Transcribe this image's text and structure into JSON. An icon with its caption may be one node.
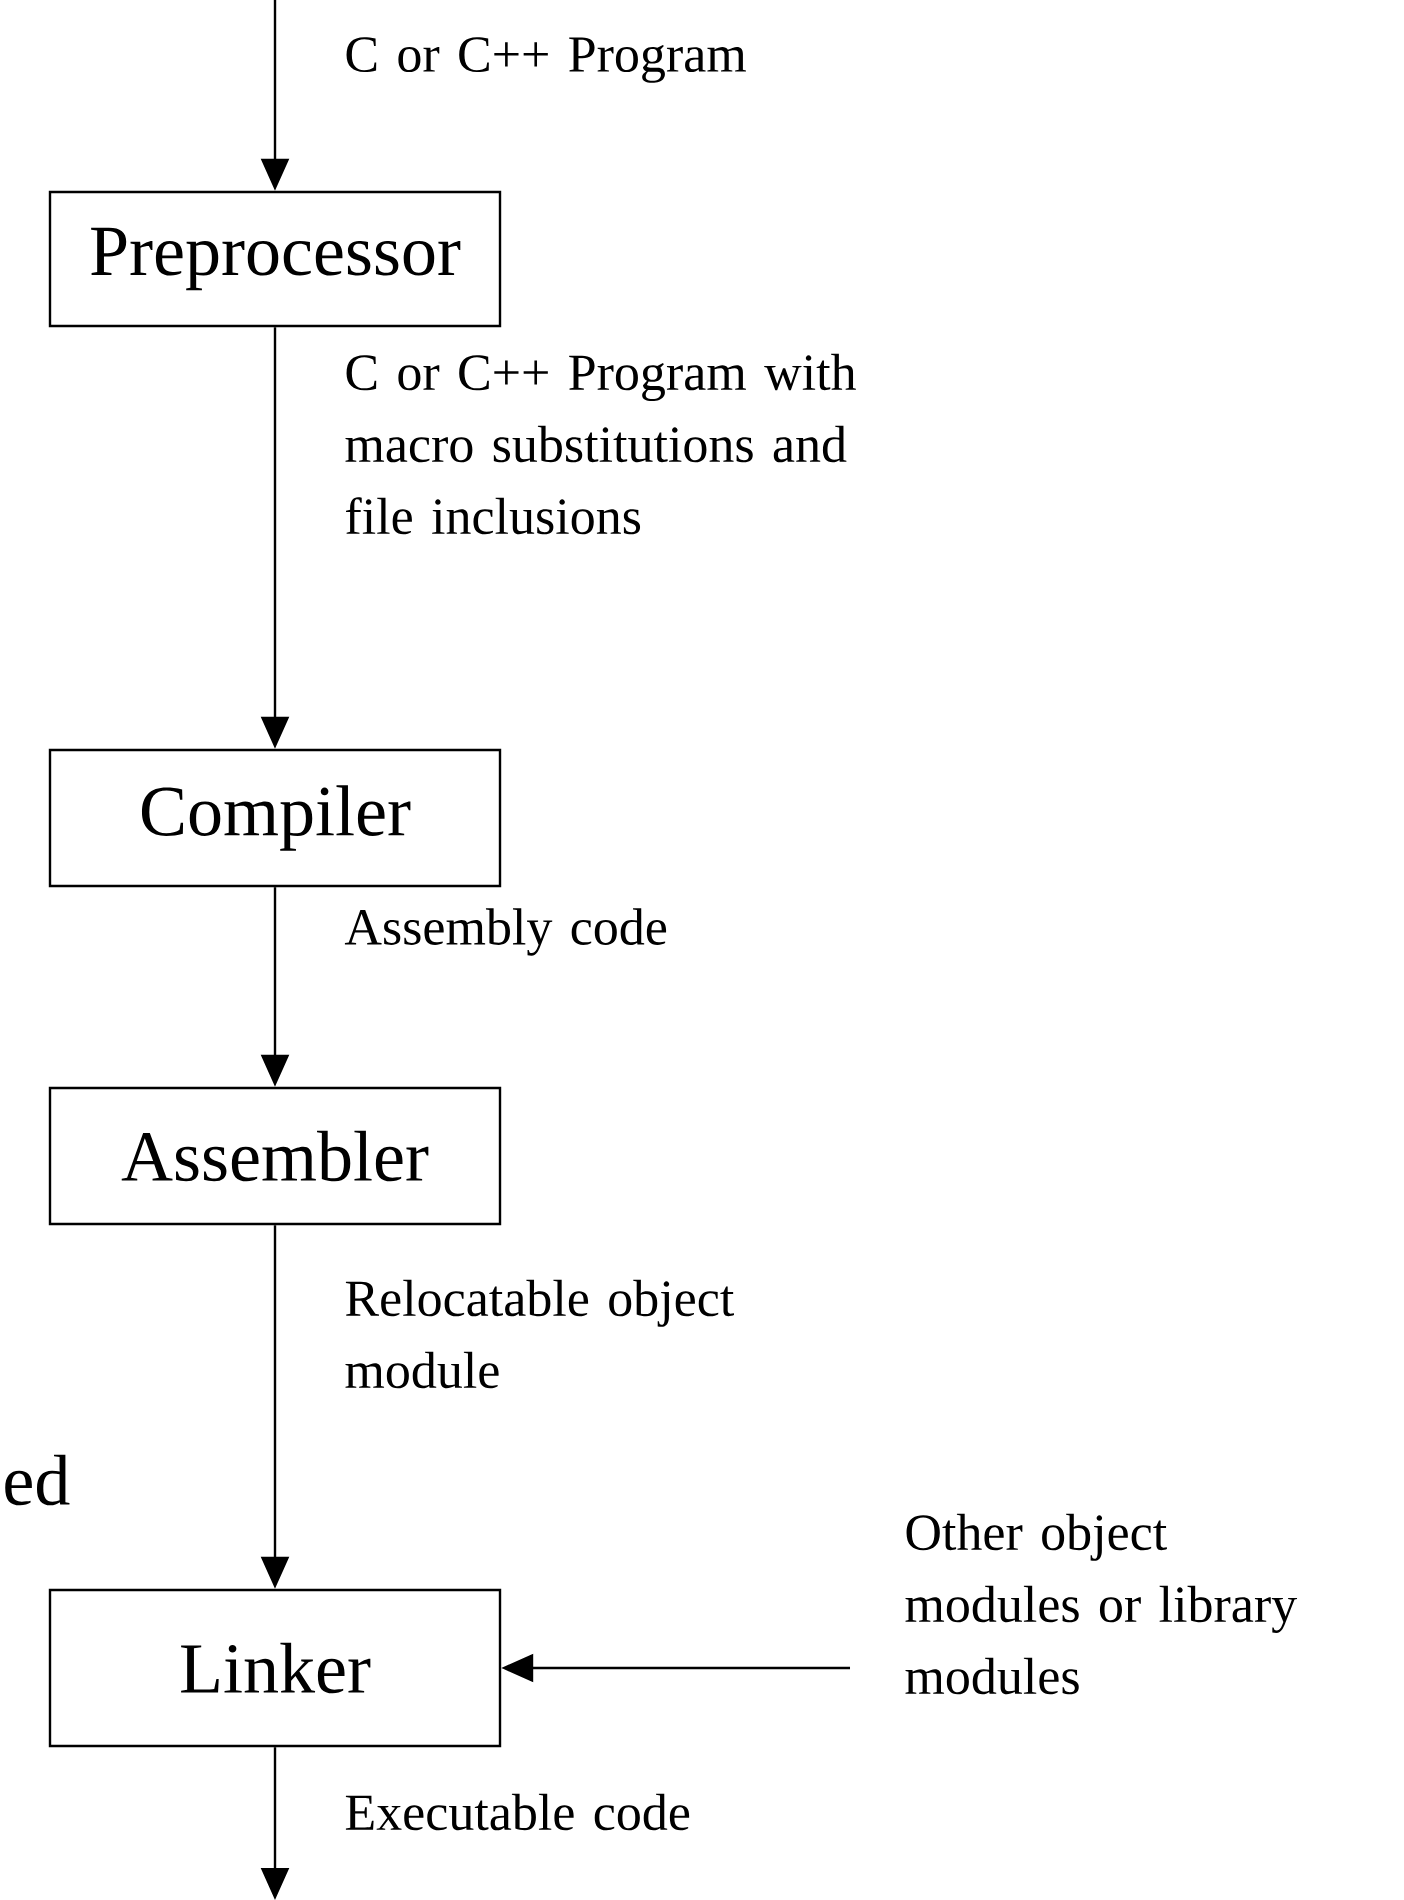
{
  "diagram": {
    "nodes": [
      {
        "text": [
          "Preprocessor"
        ]
      },
      {
        "text": [
          "Compiler"
        ]
      },
      {
        "text": [
          "Assembler"
        ]
      },
      {
        "text": [
          "Linker"
        ]
      },
      {
        "text": [
          "Other object modules or library modules"
        ]
      }
    ],
    "edges": [
      {
        "from": null,
        "to": 0,
        "arrow": "to",
        "label": "C or C++ Program"
      },
      {
        "from": 0,
        "to": 1,
        "arrow": "to",
        "label": "C or C++ Program with macro substitutions and file inclusions"
      },
      {
        "from": 1,
        "to": 2,
        "arrow": "to",
        "label": "Assembly code"
      },
      {
        "from": 2,
        "to": 3,
        "arrow": "to",
        "label": "Relocatable object module"
      },
      {
        "from": 4,
        "to": 3,
        "arrow": "to"
      },
      {
        "from": 3,
        "to": null,
        "arrow": "to",
        "label": "Executable code"
      }
    ],
    "labels": [
      "ed"
    ]
  }
}
